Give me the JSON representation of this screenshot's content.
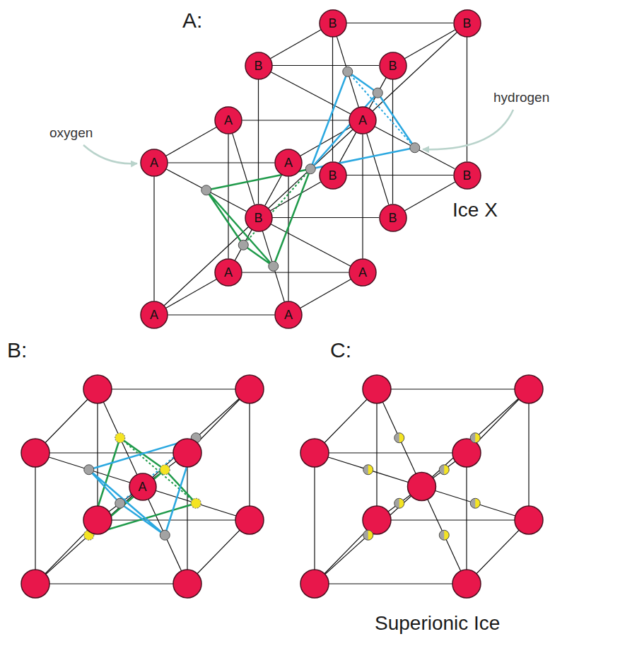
{
  "diagram": {
    "nodes": [
      {
        "text": [
          "B"
        ]
      },
      {
        "text": [
          "B"
        ]
      },
      {
        "text": [
          "B"
        ]
      },
      {
        "text": [
          "B"
        ]
      },
      {
        "text": [
          "A"
        ]
      },
      {
        "text": [
          "A"
        ]
      },
      {
        "text": [
          "A"
        ]
      },
      {
        "text": [
          "A"
        ]
      },
      {
        "text": [
          "B"
        ]
      },
      {
        "text": [
          "B"
        ]
      },
      {
        "text": [
          "B"
        ]
      },
      {
        "text": [
          "B"
        ]
      },
      {
        "text": [
          "A"
        ]
      },
      {
        "text": [
          "A"
        ]
      },
      {
        "text": [
          "A"
        ]
      },
      {
        "text": [
          "A"
        ]
      },
      {
        "text": [
          "A"
        ]
      }
    ],
    "edges": [
      {
        "from": 0,
        "to": 1,
        "arrow": "none"
      },
      {
        "from": 1,
        "to": 9,
        "arrow": "none"
      },
      {
        "from": 9,
        "to": 8,
        "arrow": "none"
      },
      {
        "from": 8,
        "to": 0,
        "arrow": "none"
      },
      {
        "from": 2,
        "to": 0,
        "arrow": "none"
      },
      {
        "from": 3,
        "to": 1,
        "arrow": "none"
      },
      {
        "from": 2,
        "to": 3,
        "arrow": "none"
      },
      {
        "from": 3,
        "to": 11,
        "arrow": "none"
      },
      {
        "from": 11,
        "to": 10,
        "arrow": "none"
      },
      {
        "from": 10,
        "to": 2,
        "arrow": "none"
      },
      {
        "from": 10,
        "to": 8,
        "arrow": "none"
      },
      {
        "from": 11,
        "to": 9,
        "arrow": "none"
      },
      {
        "from": 5,
        "to": 0,
        "arrow": "none"
      },
      {
        "from": 5,
        "to": 1,
        "arrow": "none"
      },
      {
        "from": 5,
        "to": 2,
        "arrow": "none"
      },
      {
        "from": 5,
        "to": 3,
        "arrow": "none"
      },
      {
        "from": 5,
        "to": 8,
        "arrow": "none"
      },
      {
        "from": 5,
        "to": 9,
        "arrow": "none"
      },
      {
        "from": 5,
        "to": 11,
        "arrow": "none"
      },
      {
        "from": 4,
        "to": 5,
        "arrow": "none"
      },
      {
        "from": 6,
        "to": 4,
        "arrow": "none"
      },
      {
        "from": 7,
        "to": 5,
        "arrow": "none"
      },
      {
        "from": 6,
        "to": 7,
        "arrow": "none"
      },
      {
        "from": 7,
        "to": 15,
        "arrow": "none"
      },
      {
        "from": 15,
        "to": 14,
        "arrow": "none"
      },
      {
        "from": 14,
        "to": 6,
        "arrow": "none"
      },
      {
        "from": 5,
        "to": 13,
        "arrow": "none"
      },
      {
        "from": 13,
        "to": 12,
        "arrow": "none"
      },
      {
        "from": 12,
        "to": 4,
        "arrow": "none"
      },
      {
        "from": 14,
        "to": 12,
        "arrow": "none"
      },
      {
        "from": 15,
        "to": 13,
        "arrow": "none"
      },
      {
        "from": 10,
        "to": 4,
        "arrow": "none"
      },
      {
        "from": 10,
        "to": 5,
        "arrow": "none"
      },
      {
        "from": 10,
        "to": 6,
        "arrow": "none"
      },
      {
        "from": 10,
        "to": 7,
        "arrow": "none"
      },
      {
        "from": 10,
        "to": 12,
        "arrow": "none"
      },
      {
        "from": 10,
        "to": 13,
        "arrow": "none"
      },
      {
        "from": 10,
        "to": 14,
        "arrow": "none"
      },
      {
        "from": 10,
        "to": 15,
        "arrow": "none"
      }
    ],
    "labels": [
      "A:",
      "oxygen",
      "hydrogen",
      "Ice X",
      "B:",
      "C:",
      "Superionic Ice"
    ]
  }
}
